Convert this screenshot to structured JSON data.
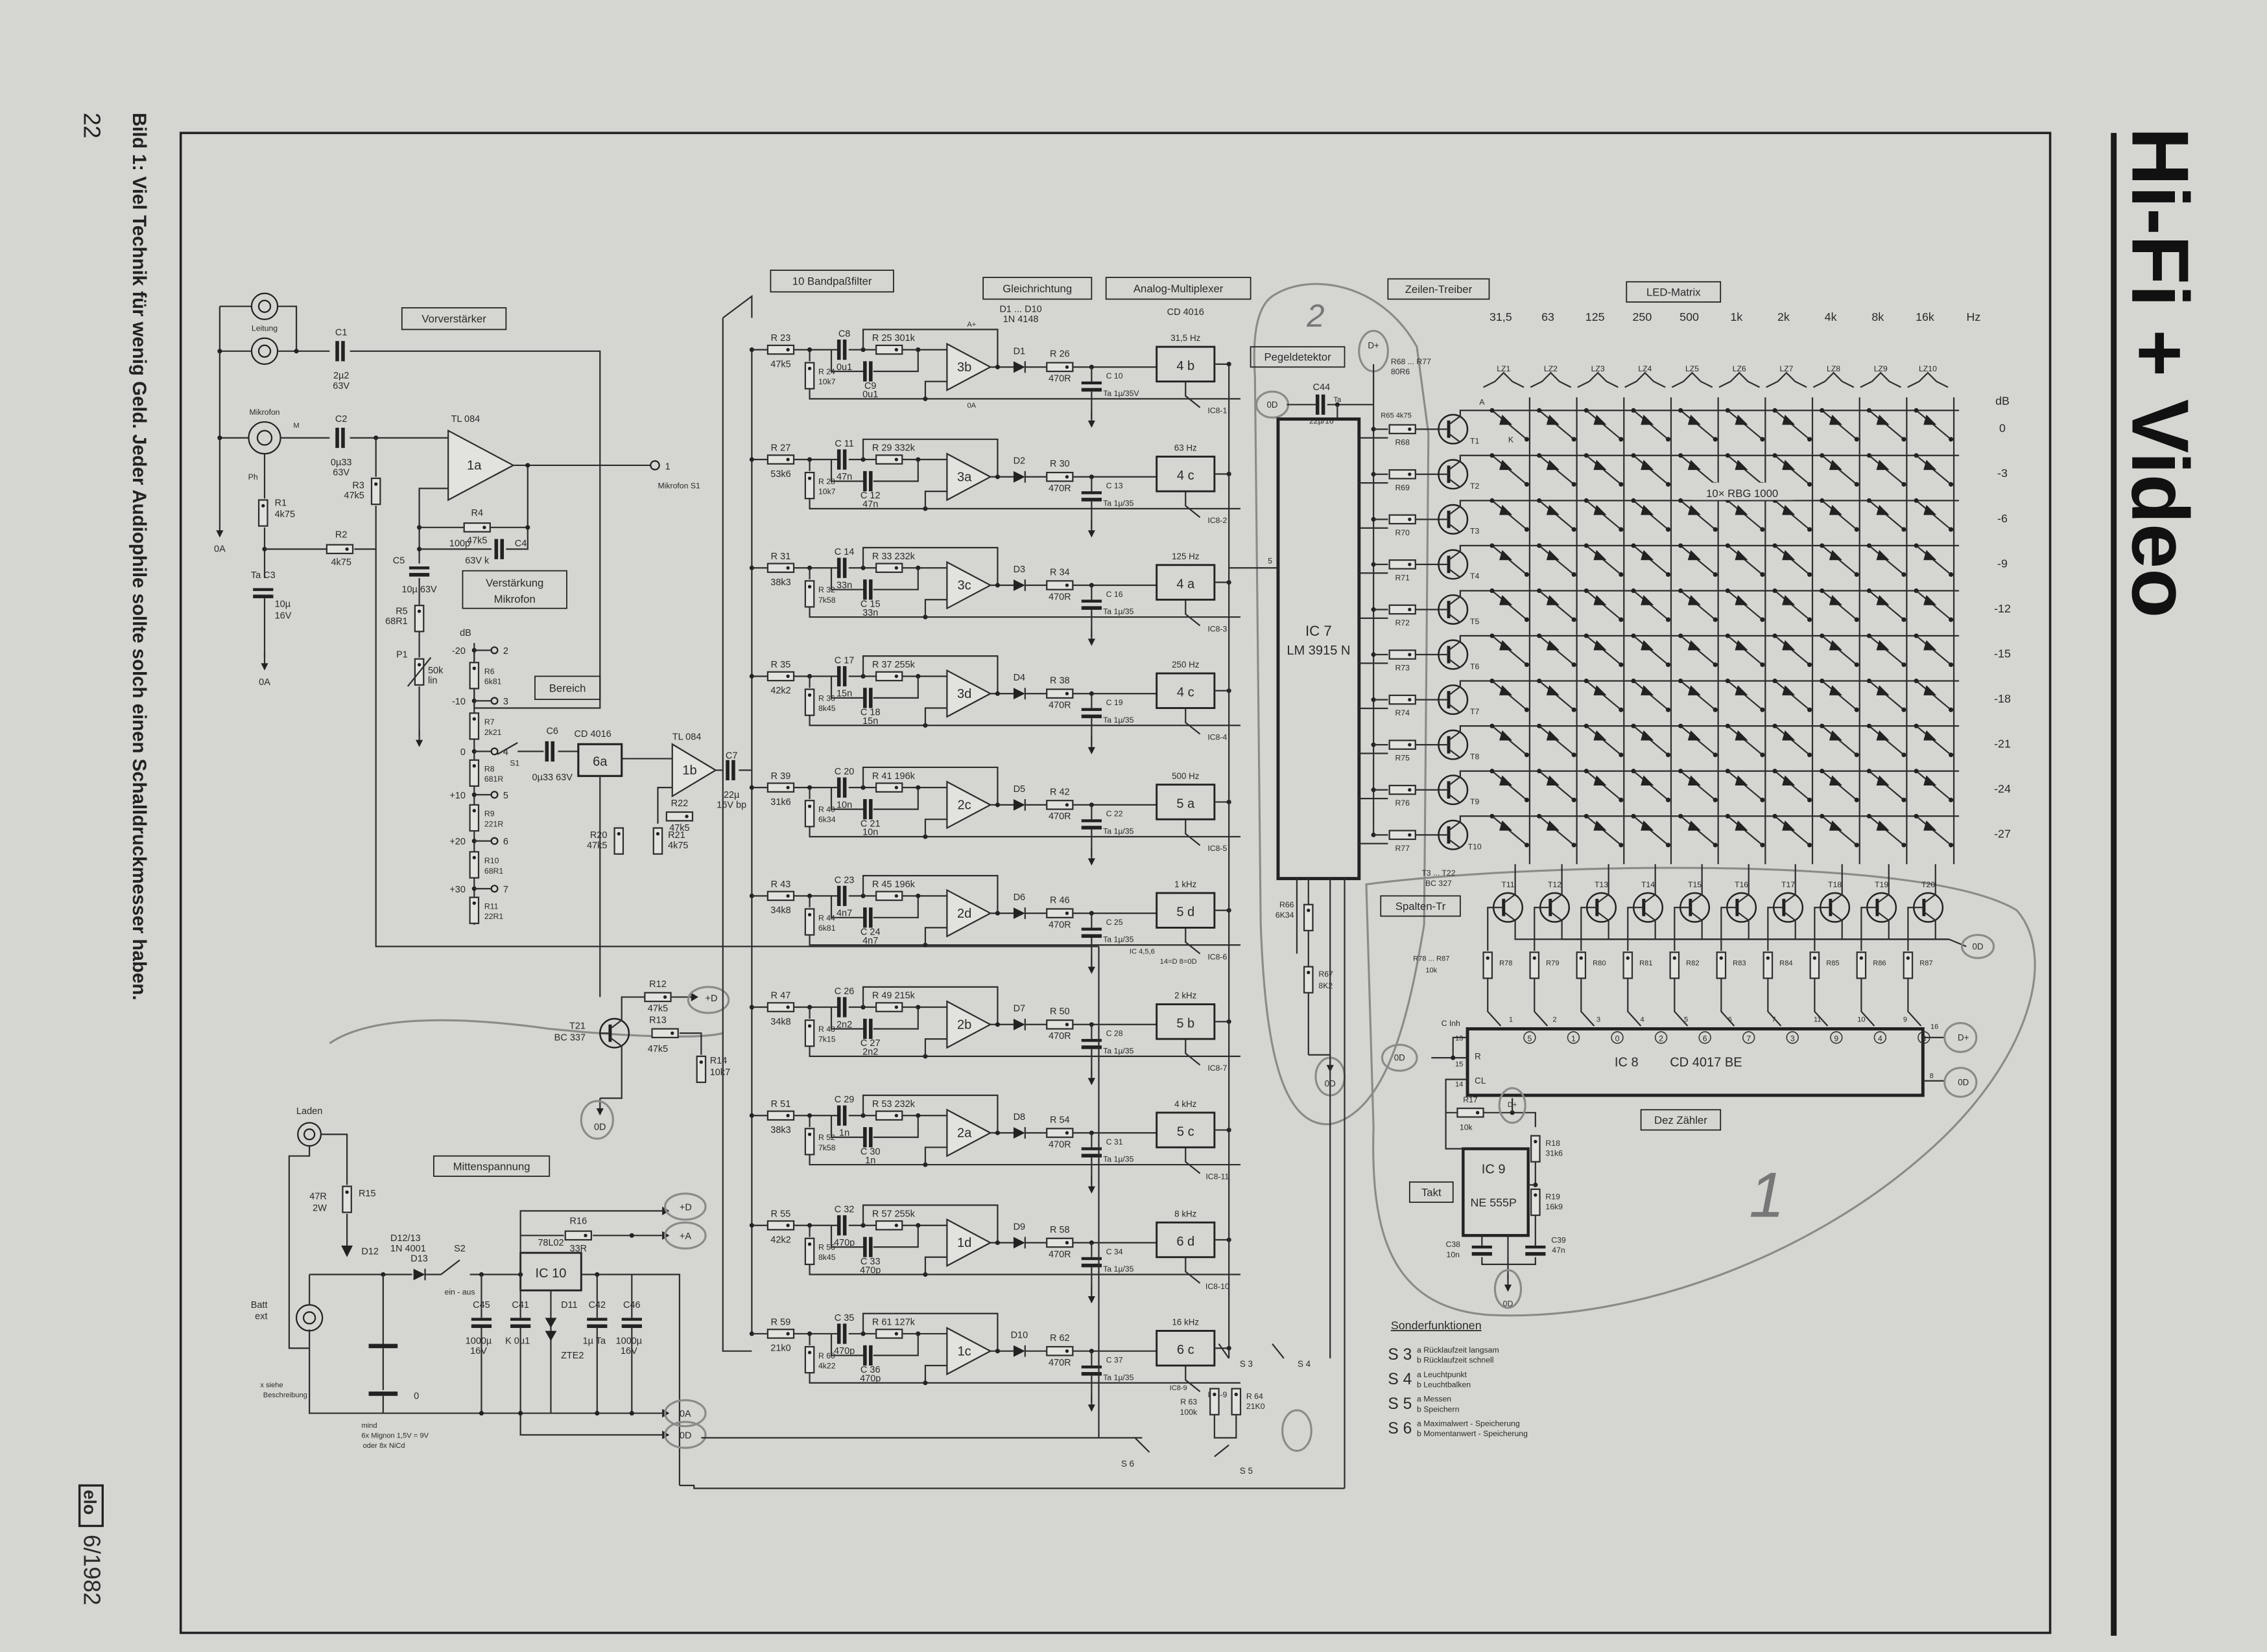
{
  "page": {
    "number": "22",
    "magazine": "Hi-Fi + Video",
    "footer_logo": "elo",
    "footer_issue": "6/1982",
    "caption": "Bild 1: Viel Technik für wenig Geld. Jeder Audiophile sollte solch einen Schalldruckmesser haben.",
    "handwritten_1": "1",
    "handwritten_2": "2"
  },
  "preamp": {
    "title": "Vorverstärker",
    "leitung": "Leitung",
    "mikrofon": "Mikrofon",
    "gnd": "0A",
    "c1": "C1",
    "c1v": "2µ2",
    "c1v2": "63V",
    "c2": "C2",
    "c2v": "0µ33",
    "c2v2": "63V",
    "ic": "TL 084",
    "op": "1a",
    "out": "Mikrofon S1",
    "out_pin": "1",
    "m": "M",
    "ph": "Ph",
    "r1": "R1",
    "r1v": "4k75",
    "r2": "R2",
    "r2v": "4k75",
    "r3": "R3",
    "r3v": "47k5",
    "r4": "R4",
    "r4v": "47k5",
    "c3": "Ta C3",
    "c3v": "10µ",
    "c3v2": "16V",
    "c4": "C4",
    "c4v": "100p",
    "c4v2": "63V k",
    "c5": "C5",
    "c5v": "10µ 63V",
    "r5": "R5",
    "r5v": "68R1",
    "p1": "P1",
    "p1v": "50k",
    "p1v2": "lin",
    "gain": "Verstärkung",
    "gain2": "Mikrofon"
  },
  "range": {
    "title": "Bereich",
    "unit": "dB",
    "steps": [
      "-20",
      "-10",
      "0",
      "+10",
      "+20",
      "+30"
    ],
    "pins": [
      "2",
      "3",
      "4",
      "5",
      "6",
      "7"
    ],
    "resistors": [
      [
        "R6",
        "6k81"
      ],
      [
        "R7",
        "2k21"
      ],
      [
        "R8",
        "681R"
      ],
      [
        "R9",
        "221R"
      ],
      [
        "R10",
        "68R1"
      ],
      [
        "R11",
        "22R1"
      ]
    ],
    "s1": "S1",
    "c6": "C6",
    "c6v": "0µ33 63V",
    "ic6": "CD 4016",
    "op6": "6a",
    "ic1": "TL 084",
    "op1": "1b",
    "c7": "C7",
    "c7v": "22µ",
    "c7v2": "16V bp",
    "r20": "R20",
    "r20v": "47k5",
    "r21": "R21",
    "r21v": "4k75",
    "r22": "R22",
    "r22v": "47k5",
    "t21": "T21",
    "t21v": "BC 337",
    "r12": "R12",
    "r12v": "47k5",
    "r13": "R13",
    "r13v": "47k5",
    "r14": "R14",
    "r14v": "10k7",
    "plus_d": "+D",
    "od": "0D"
  },
  "power": {
    "title": "Mittenspannung",
    "laden": "Laden",
    "batt": "Batt",
    "batt2": "ext",
    "r15": "R15",
    "r15v": "47R",
    "r15v2": "2W",
    "d12": "D12",
    "d1213": "D12/13",
    "d1213v": "1N 4001",
    "d13": "D13",
    "s2": "S2",
    "s2v": "ein - aus",
    "ic": "IC 10",
    "ictype": "78L02",
    "r16": "R16",
    "r16v": "33R",
    "c45": "C45",
    "c45v": "1000µ",
    "c45v2": "16V",
    "c41": "C41",
    "c41v": "K 0µ1",
    "d11": "D11",
    "d11v": "ZTE2",
    "c42": "C42",
    "c42v": "1µ Ta",
    "c46": "C46",
    "c46v": "1000µ",
    "c46v2": "16V",
    "zero": "0",
    "outs": [
      "+D",
      "+A",
      "0A",
      "0D"
    ],
    "note": "x siehe",
    "note2": "Beschreibung",
    "batt_note": "mind",
    "batt_note2": "6x Mignon 1,5V = 9V",
    "batt_note3": "oder 8x NiCd"
  },
  "filters": {
    "title": "10 Bandpaßfilter",
    "rect_title": "Gleichrichtung",
    "mux_title": "Analog-Multiplexer",
    "diodes": "D1 ... D10",
    "diodes_type": "1N 4148",
    "mux_ic": "CD 4016",
    "a_plus": "A+",
    "gnd": "0A",
    "rows": [
      {
        "r_in": "R 23",
        "r_in_v": "47k5",
        "c1": "C8",
        "c1_v": "0u1",
        "r_fb": "R 25 301k",
        "r_sh": "R 24",
        "r_sh_v": "10k7",
        "c2": "C9",
        "c2_v": "0u1",
        "op": "3b",
        "d": "D1",
        "r_out": "R 26",
        "r_out_v": "470R",
        "c_out": "C 10",
        "c_out_v": "Ta 1µ/35V",
        "mux": "4 b",
        "freq": "31,5 Hz",
        "ctrl": "IC8-1"
      },
      {
        "r_in": "R 27",
        "r_in_v": "53k6",
        "c1": "C 11",
        "c1_v": "47n",
        "r_fb": "R 29 332k",
        "r_sh": "R 28",
        "r_sh_v": "10k7",
        "c2": "C 12",
        "c2_v": "47n",
        "op": "3a",
        "d": "D2",
        "r_out": "R 30",
        "r_out_v": "470R",
        "c_out": "C 13",
        "c_out_v": "Ta 1µ/35",
        "mux": "4 c",
        "freq": "63 Hz",
        "ctrl": "IC8-2"
      },
      {
        "r_in": "R 31",
        "r_in_v": "38k3",
        "c1": "C 14",
        "c1_v": "33n",
        "r_fb": "R 33 232k",
        "r_sh": "R 32",
        "r_sh_v": "7k58",
        "c2": "C 15",
        "c2_v": "33n",
        "op": "3c",
        "d": "D3",
        "r_out": "R 34",
        "r_out_v": "470R",
        "c_out": "C 16",
        "c_out_v": "Ta 1µ/35",
        "mux": "4 a",
        "freq": "125 Hz",
        "ctrl": "IC8-3"
      },
      {
        "r_in": "R 35",
        "r_in_v": "42k2",
        "c1": "C 17",
        "c1_v": "15n",
        "r_fb": "R 37 255k",
        "r_sh": "R 36",
        "r_sh_v": "8k45",
        "c2": "C 18",
        "c2_v": "15n",
        "op": "3d",
        "d": "D4",
        "r_out": "R 38",
        "r_out_v": "470R",
        "c_out": "C 19",
        "c_out_v": "Ta 1µ/35",
        "mux": "4 c",
        "freq": "250 Hz",
        "ctrl": "IC8-4"
      },
      {
        "r_in": "R 39",
        "r_in_v": "31k6",
        "c1": "C 20",
        "c1_v": "10n",
        "r_fb": "R 41 196k",
        "r_sh": "R 40",
        "r_sh_v": "6k34",
        "c2": "C 21",
        "c2_v": "10n",
        "op": "2c",
        "d": "D5",
        "r_out": "R 42",
        "r_out_v": "470R",
        "c_out": "C 22",
        "c_out_v": "Ta 1µ/35",
        "mux": "5 a",
        "freq": "500 Hz",
        "ctrl": "IC8-5"
      },
      {
        "r_in": "R 43",
        "r_in_v": "34k8",
        "c1": "C 23",
        "c1_v": "4n7",
        "r_fb": "R 45 196k",
        "r_sh": "R 44",
        "r_sh_v": "6k81",
        "c2": "C 24",
        "c2_v": "4n7",
        "op": "2d",
        "d": "D6",
        "r_out": "R 46",
        "r_out_v": "470R",
        "c_out": "C 25",
        "c_out_v": "Ta 1µ/35",
        "mux": "5 d",
        "freq": "1 kHz",
        "ctrl": "IC8-6"
      },
      {
        "r_in": "R 47",
        "r_in_v": "34k8",
        "c1": "C 26",
        "c1_v": "2n2",
        "r_fb": "R 49 215k",
        "r_sh": "R 48",
        "r_sh_v": "7k15",
        "c2": "C 27",
        "c2_v": "2n2",
        "op": "2b",
        "d": "D7",
        "r_out": "R 50",
        "r_out_v": "470R",
        "c_out": "C 28",
        "c_out_v": "Ta 1µ/35",
        "mux": "5 b",
        "freq": "2 kHz",
        "ctrl": "IC8-7"
      },
      {
        "r_in": "R 51",
        "r_in_v": "38k3",
        "c1": "C 29",
        "c1_v": "1n",
        "r_fb": "R 53 232k",
        "r_sh": "R 52",
        "r_sh_v": "7k58",
        "c2": "C 30",
        "c2_v": "1n",
        "op": "2a",
        "d": "D8",
        "r_out": "R 54",
        "r_out_v": "470R",
        "c_out": "C 31",
        "c_out_v": "Ta 1µ/35",
        "mux": "5 c",
        "freq": "4 kHz",
        "ctrl": "IC8-11"
      },
      {
        "r_in": "R 55",
        "r_in_v": "42k2",
        "c1": "C 32",
        "c1_v": "470p",
        "r_fb": "R 57 255k",
        "r_sh": "R 56",
        "r_sh_v": "8k45",
        "c2": "C 33",
        "c2_v": "470p",
        "op": "1d",
        "d": "D9",
        "r_out": "R 58",
        "r_out_v": "470R",
        "c_out": "C 34",
        "c_out_v": "Ta 1µ/35",
        "mux": "6 d",
        "freq": "8 kHz",
        "ctrl": "IC8-10"
      },
      {
        "r_in": "R 59",
        "r_in_v": "21k0",
        "c1": "C 35",
        "c1_v": "470p",
        "r_fb": "R 61 127k",
        "r_sh": "R 60",
        "r_sh_v": "4k22",
        "c2": "C 36",
        "c2_v": "470p",
        "op": "1c",
        "d": "D10",
        "r_out": "R 62",
        "r_out_v": "470R",
        "c_out": "C 37",
        "c_out_v": "Ta 1µ/35",
        "mux": "6 c",
        "freq": "16 kHz",
        "ctrl": "IC8-9"
      }
    ]
  },
  "detector": {
    "title": "Pegeldetektor",
    "c44": "C44",
    "c44v": "22µ/16",
    "ta": "Ta",
    "ic": "IC 7",
    "type": "LM 3915 N",
    "pin5": "5",
    "r66": "R66",
    "r66v": "6K34",
    "r67": "R67",
    "r67v": "8K2",
    "od_in": "0D",
    "od": "0D",
    "s3": "S 3",
    "s4": "S 4",
    "s5": "S 5",
    "s6": "S 6",
    "r63": "R 63",
    "r63v": "100k",
    "r64": "R 64",
    "r64v": "21K0",
    "ic_cd": "IC 4,5,6",
    "ic_cd2": "14=D 8=0D",
    "ic89": "IC8-9"
  },
  "drivers": {
    "title": "Zeilen-Treiber",
    "rres": "R68 ... R77",
    "rres_v": "80R6",
    "r65": "R65 4k75",
    "d_plus": "D+",
    "resistors": [
      "R68",
      "R69",
      "R70",
      "R71",
      "R72",
      "R73",
      "R74",
      "R75",
      "R76",
      "R77"
    ],
    "transistors": [
      "T1",
      "T2",
      "T3",
      "T4",
      "T5",
      "T6",
      "T7",
      "T8",
      "T9",
      "T10"
    ]
  },
  "matrix": {
    "title": "LED-Matrix",
    "unit": "Hz",
    "freqs": [
      "31,5",
      "63",
      "125",
      "250",
      "500",
      "1k",
      "2k",
      "4k",
      "8k",
      "16k"
    ],
    "lz": [
      "LZ1",
      "LZ2",
      "LZ3",
      "LZ4",
      "LZ5",
      "LZ6",
      "LZ7",
      "LZ8",
      "LZ9",
      "LZ10"
    ],
    "db_unit": "dB",
    "db": [
      "0",
      "-3",
      "-6",
      "-9",
      "-12",
      "-15",
      "-18",
      "-21",
      "-24",
      "-27"
    ],
    "led": "10× RBG 1000",
    "anode": "A",
    "cathode": "K"
  },
  "columns": {
    "title": "Spalten-Tr",
    "type": "T3 ... T22",
    "type2": "BC 327",
    "transistors": [
      "T11",
      "T12",
      "T13",
      "T14",
      "T15",
      "T16",
      "T17",
      "T18",
      "T19",
      "T20"
    ],
    "resistors": [
      "R78",
      "R79",
      "R80",
      "R81",
      "R82",
      "R83",
      "R84",
      "R85",
      "R86",
      "R87"
    ],
    "r78": "R78 ... R87",
    "r78v": "10k",
    "od": "0D"
  },
  "counter": {
    "title": "Dez Zähler",
    "ic": "IC 8",
    "type": "CD   4017 BE",
    "outputs": [
      "5",
      "1",
      "0",
      "2",
      "6",
      "7",
      "3",
      "9",
      "4",
      "8"
    ],
    "pins_top": [
      "1",
      "2",
      "3",
      "4",
      "5",
      "6",
      "7",
      "11",
      "10",
      "9"
    ],
    "cinh": "C Inh",
    "r": "R",
    "cl": "CL",
    "p13": "13",
    "p15": "15",
    "p14": "14",
    "p16": "16",
    "p8": "8",
    "d_plus": "D+",
    "od": "0D",
    "od_in": "0D"
  },
  "clock": {
    "title": "Takt",
    "ic": "IC 9",
    "type": "NE 555P",
    "r17": "R17",
    "r17v": "10k",
    "r18": "R18",
    "r18v": "31k6",
    "r19": "R19",
    "r19v": "16k9",
    "c38": "C38",
    "c38v": "10n",
    "c39": "C39",
    "c39v": "47n",
    "d_plus": "D+",
    "od": "0D"
  },
  "special": {
    "title": "Sonderfunktionen",
    "items": [
      {
        "s": "S 3",
        "a": "a Rücklaufzeit langsam",
        "b": "b Rücklaufzeit schnell"
      },
      {
        "s": "S 4",
        "a": "a Leuchtpunkt",
        "b": "b Leuchtbalken"
      },
      {
        "s": "S 5",
        "a": "a Messen",
        "b": "b Speichern"
      },
      {
        "s": "S 6",
        "a": "a Maximalwert - Speicherung",
        "b": "b Momentanwert - Speicherung"
      }
    ]
  }
}
